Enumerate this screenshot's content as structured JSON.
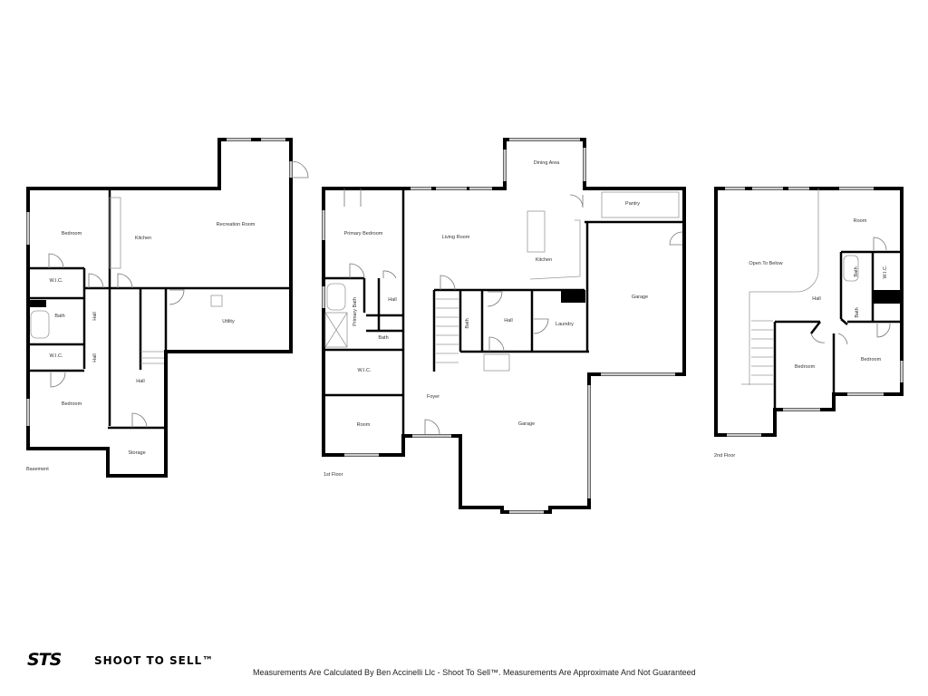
{
  "floors": {
    "basement": {
      "name": "Basement",
      "rooms": [
        "Bedroom",
        "Kitchen",
        "Recreation Room",
        "W.I.C.",
        "Bath",
        "Hall",
        "W.I.C.",
        "Hall",
        "Utility",
        "Hall",
        "Bedroom",
        "Storage"
      ]
    },
    "first": {
      "name": "1st Floor",
      "rooms": [
        "Dining Area",
        "Pantry",
        "Primary Bedroom",
        "Living Room",
        "Kitchen",
        "Garage",
        "Primary Bath",
        "Hall",
        "Bath",
        "Hall",
        "Laundry",
        "Bath",
        "W.I.C.",
        "Foyer",
        "Room",
        "Garage"
      ]
    },
    "second": {
      "name": "2nd Floor",
      "rooms": [
        "Room",
        "Open To Below",
        "Hall",
        "Bath",
        "W.I.C.",
        "Bath",
        "Bedroom",
        "Bedroom"
      ]
    }
  },
  "branding": {
    "logo": "STS",
    "name": "SHOOT TO SELL™"
  },
  "disclaimer": "Measurements Are Calculated By Ben Accinelli Llc - Shoot To Sell™. Measurements Are Approximate And Not Guaranteed"
}
